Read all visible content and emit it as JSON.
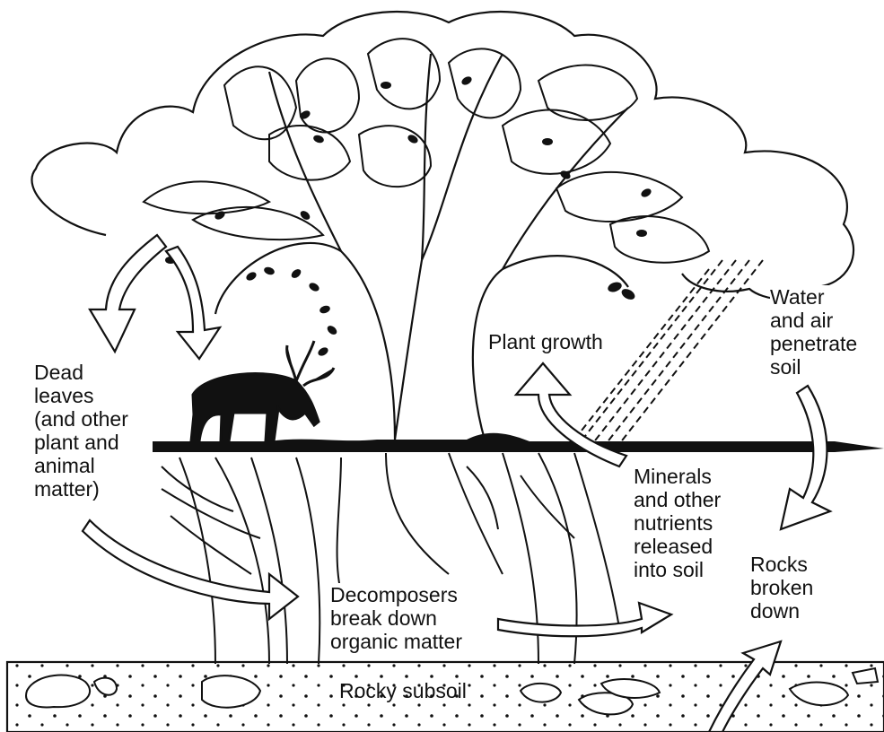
{
  "labels": {
    "dead_leaves": "Dead\nleaves\n(and other\nplant and\nanimal\nmatter)",
    "plant_growth": "Plant growth",
    "water_air": "Water\nand air\npenetrate\nsoil",
    "minerals": "Minerals\nand other\nnutrients\nreleased\ninto soil",
    "decomposers": "Decomposers\nbreak down\norganic matter",
    "rocks_broken": "Rocks\nbroken\ndown",
    "rocky_subsoil": "Rocky subsoil"
  },
  "colors": {
    "ink": "#111111",
    "paper": "#ffffff"
  }
}
